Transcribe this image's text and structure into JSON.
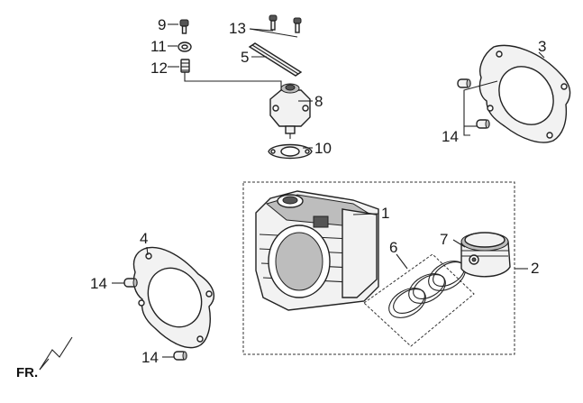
{
  "callouts": {
    "c1": "1",
    "c2": "2",
    "c3": "3",
    "c4": "4",
    "c5": "5",
    "c6": "6",
    "c7": "7",
    "c8": "8",
    "c9": "9",
    "c10": "10",
    "c11": "11",
    "c12": "12",
    "c13": "13",
    "c14a": "14",
    "c14b": "14",
    "c14c": "14"
  },
  "direction_label": "FR.",
  "colors": {
    "ink": "#222222",
    "part_fill": "#f2f2f2",
    "shade": "#bdbdbd"
  }
}
